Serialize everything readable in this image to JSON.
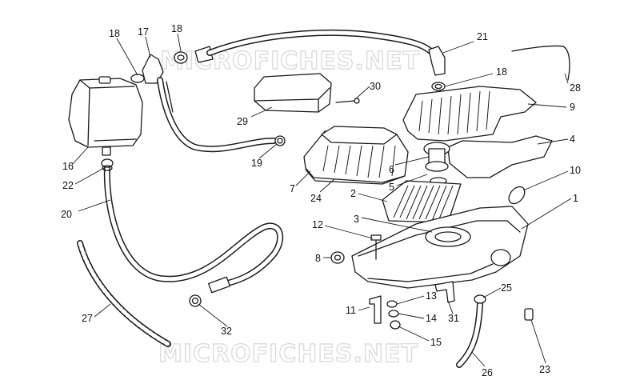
{
  "watermark": {
    "top": "MICROFICHES.NET",
    "bottom": "MICROFICHES.NET"
  },
  "callouts": [
    "1",
    "2",
    "3",
    "4",
    "5",
    "6",
    "7",
    "8",
    "9",
    "10",
    "11",
    "12",
    "13",
    "14",
    "15",
    "16",
    "17",
    "18",
    "18",
    "18",
    "19",
    "20",
    "21",
    "22",
    "23",
    "24",
    "25",
    "26",
    "27",
    "28",
    "29",
    "30",
    "31",
    "32"
  ],
  "colors": {
    "line": "#1a1a1a",
    "watermark": "#dcdcdc",
    "background": "#ffffff"
  }
}
